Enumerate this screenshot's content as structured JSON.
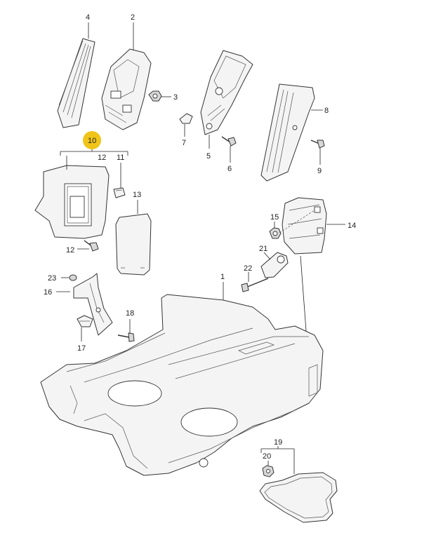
{
  "callouts": {
    "c1": "1",
    "c2": "2",
    "c3": "3",
    "c4": "4",
    "c5": "5",
    "c6": "6",
    "c7": "7",
    "c8": "8",
    "c9": "9",
    "c10": "10",
    "c11": "11",
    "c12a": "12",
    "c12b": "12",
    "c13": "13",
    "c14": "14",
    "c15": "15",
    "c16": "16",
    "c17": "17",
    "c18": "18",
    "c19": "19",
    "c20": "20",
    "c21": "21",
    "c22": "22",
    "c23": "23"
  },
  "colors": {
    "highlight": "#f0c419",
    "line": "#222222",
    "part_fill": "#f4f4f4"
  }
}
